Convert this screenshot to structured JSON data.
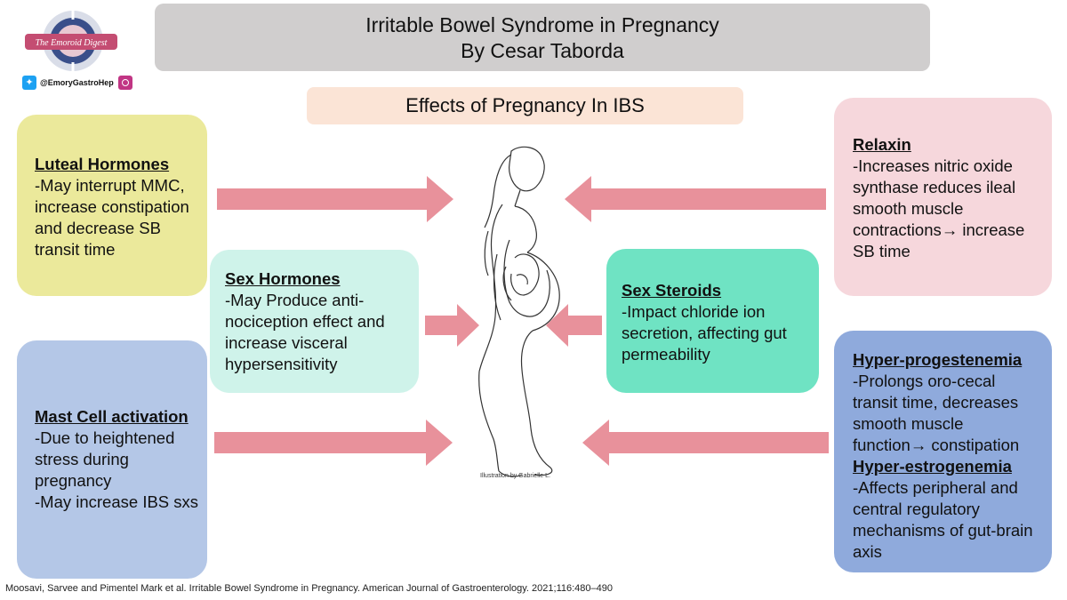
{
  "header": {
    "title_line1": "Irritable Bowel Syndrome in Pregnancy",
    "title_line2": "By Cesar Taborda",
    "subtitle": "Effects of Pregnancy In IBS"
  },
  "logo": {
    "text": "The Emoroid Digest",
    "handle": "@EmoryGastroHep"
  },
  "boxes": {
    "luteal": {
      "heading": "Luteal Hormones",
      "text": "-May interrupt MMC,\nincrease constipation\nand decrease SB\ntransit time"
    },
    "mast": {
      "heading": "Mast Cell activation",
      "text": "-Due to heightened\nstress during\npregnancy\n-May increase IBS sxs"
    },
    "sex_hormones": {
      "heading": "Sex Hormones",
      "text": "-May Produce anti-\nnociception effect and\nincrease visceral\nhypersensitivity"
    },
    "sex_steroids": {
      "heading": "Sex Steroids",
      "text": "-Impact chloride ion\nsecretion, affecting gut\npermeability"
    },
    "relaxin": {
      "heading": "Relaxin",
      "text": "-Increases nitric oxide\nsynthase reduces ileal\nsmooth muscle\ncontractions→ increase\nSB time"
    },
    "hyper_prog": {
      "heading": "Hyper-progestenemia",
      "text": "-Prolongs oro-cecal\ntransit time, decreases\nsmooth muscle\nfunction→ constipation"
    },
    "hyper_estro": {
      "heading": "Hyper-estrogenemia",
      "text": "-Affects peripheral and\ncentral regulatory\nmechanisms of gut-brain\naxis"
    }
  },
  "illustration": {
    "caption": "Illustration by Gabrielle L."
  },
  "citation": "Moosavi, Sarvee and Pimentel Mark et al. Irritable Bowel Syndrome in Pregnancy. American Journal of Gastroenterology. 2021;116:480–490",
  "colors": {
    "arrow": "#e8919b",
    "luteal": "#ebe99b",
    "mast": "#b4c7e7",
    "sex_hormones": "#cff3ea",
    "sex_steroids": "#6fe3c3",
    "relaxin": "#f6d7dc",
    "hyper": "#8faadc"
  }
}
